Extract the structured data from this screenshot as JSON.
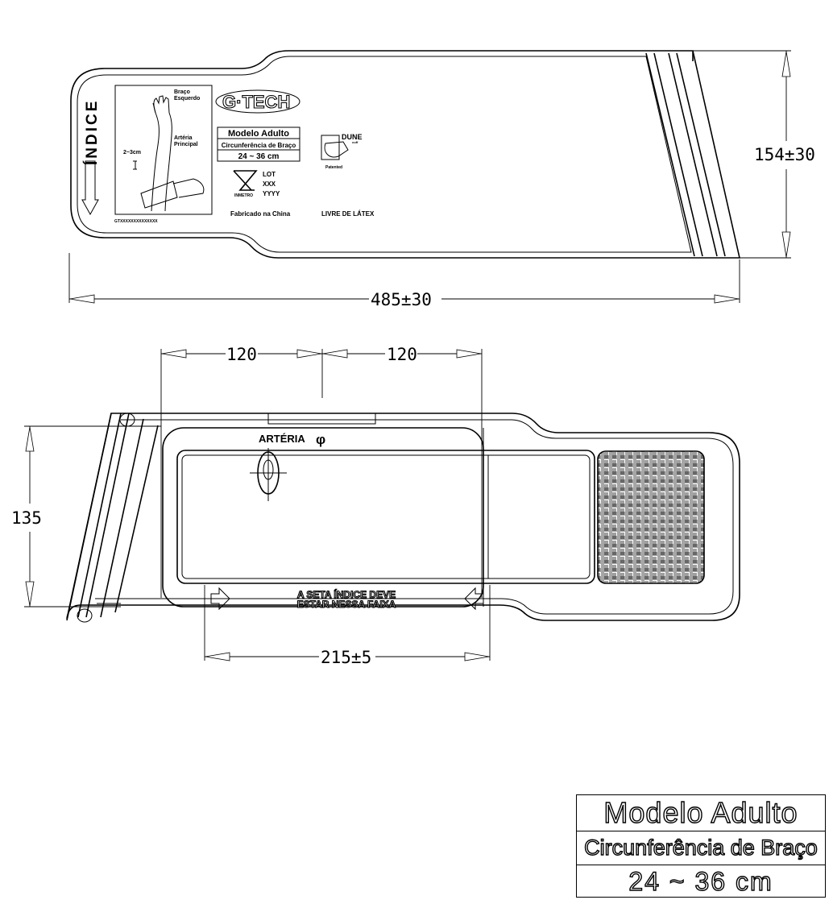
{
  "top_view": {
    "indice_label": "ÍNDICE",
    "arm_label_left": "Braço Esquerdo",
    "arm_label_left_1": "Braço",
    "arm_label_left_2": "Esquerdo",
    "artery_label_1": "Artéria",
    "artery_label_2": "Principal",
    "range_label": "2~3cm",
    "brand": "G·TECH",
    "model_title": "Modelo Adulto",
    "model_sub": "Circunferência de Braço",
    "model_range": "24 ~ 36 cm",
    "lot_1": "LOT",
    "lot_2": "XXX",
    "lot_3": "YYYY",
    "inmetro": "INMETRO",
    "made_in": "Fabricado na China",
    "latex_free": "LIVRE DE LÁTEX",
    "patented": "Patented",
    "cuff_brand": "DUNE",
    "cuff_sub": "cuff",
    "code": "GTXXXXXXXXXXXXXX"
  },
  "dimensions": {
    "total_length": "485±30",
    "height_top": "154±30",
    "half_left": "120",
    "half_right": "120",
    "height_bottom": "135",
    "range_band": "215±5"
  },
  "bottom_view": {
    "artery_label": "ARTÉRIA",
    "artery_symbol": "φ",
    "index_note_1": "A SETA ÍNDICE DEVE",
    "index_note_2": "ESTAR NESSA FAIXA"
  },
  "spec_box": {
    "title": "Modelo Adulto",
    "subtitle": "Circunferência de Braço",
    "range": "24 ~ 36 cm"
  }
}
